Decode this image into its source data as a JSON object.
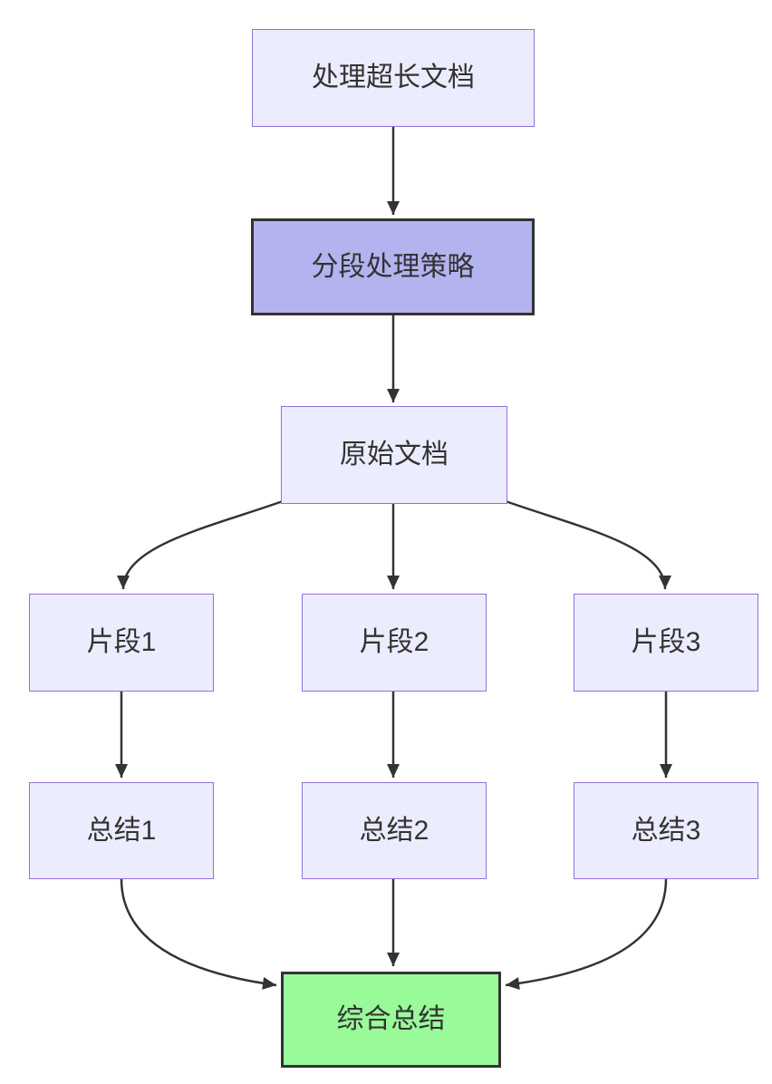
{
  "diagram": {
    "type": "flowchart",
    "direction": "top-down",
    "nodes": {
      "a": {
        "id": "A",
        "label": "处理超长文档",
        "style": "default"
      },
      "b": {
        "id": "B",
        "label": "分段处理策略",
        "style": "emphasis-purple"
      },
      "c": {
        "id": "C",
        "label": "原始文档",
        "style": "default"
      },
      "d1": {
        "id": "D1",
        "label": "片段1",
        "style": "default"
      },
      "d2": {
        "id": "D2",
        "label": "片段2",
        "style": "default"
      },
      "d3": {
        "id": "D3",
        "label": "片段3",
        "style": "default"
      },
      "e1": {
        "id": "E1",
        "label": "总结1",
        "style": "default"
      },
      "e2": {
        "id": "E2",
        "label": "总结2",
        "style": "default"
      },
      "e3": {
        "id": "E3",
        "label": "总结3",
        "style": "default"
      },
      "f": {
        "id": "F",
        "label": "综合总结",
        "style": "emphasis-green"
      }
    },
    "edges": [
      {
        "from": "处理超长文档",
        "to": "分段处理策略"
      },
      {
        "from": "分段处理策略",
        "to": "原始文档"
      },
      {
        "from": "原始文档",
        "to": "片段1"
      },
      {
        "from": "原始文档",
        "to": "片段2"
      },
      {
        "from": "原始文档",
        "to": "片段3"
      },
      {
        "from": "片段1",
        "to": "总结1"
      },
      {
        "from": "片段2",
        "to": "总结2"
      },
      {
        "from": "片段3",
        "to": "总结3"
      },
      {
        "from": "总结1",
        "to": "综合总结"
      },
      {
        "from": "总结2",
        "to": "综合总结"
      },
      {
        "from": "总结3",
        "to": "综合总结"
      }
    ],
    "colors": {
      "node_fill": "#ECECFF",
      "node_border": "#9370DB",
      "emphasis_purple_fill": "#b3b3f0",
      "emphasis_green_fill": "#99fa99",
      "emphasis_border": "#333333",
      "edge_color": "#333333",
      "text_color": "#333333",
      "background": "#ffffff"
    }
  }
}
